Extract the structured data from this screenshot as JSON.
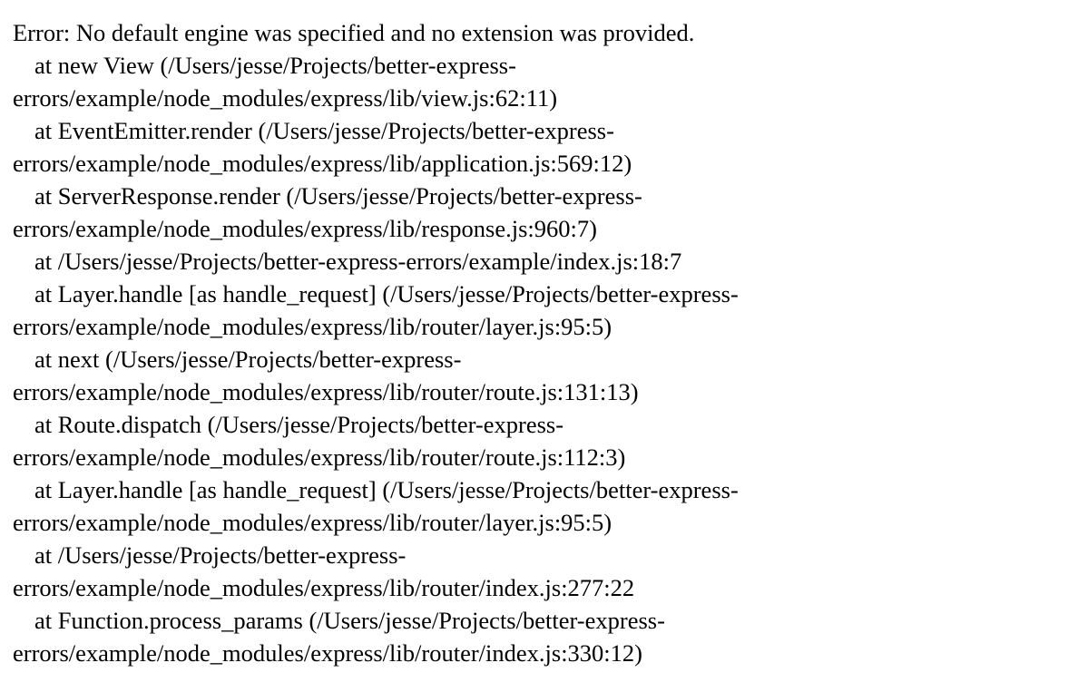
{
  "error": {
    "message": "Error: No default engine was specified and no extension was provided."
  },
  "stack": [
    "at new View (/Users/jesse/Projects/better-express-",
    "errors/example/node_modules/express/lib/view.js:62:11)",
    "at EventEmitter.render (/Users/jesse/Projects/better-express-",
    "errors/example/node_modules/express/lib/application.js:569:12)",
    "at ServerResponse.render (/Users/jesse/Projects/better-express-",
    "errors/example/node_modules/express/lib/response.js:960:7)",
    "at /Users/jesse/Projects/better-express-errors/example/index.js:18:7",
    "at Layer.handle [as handle_request] (/Users/jesse/Projects/better-express-",
    "errors/example/node_modules/express/lib/router/layer.js:95:5)",
    "at next (/Users/jesse/Projects/better-express-",
    "errors/example/node_modules/express/lib/router/route.js:131:13)",
    "at Route.dispatch (/Users/jesse/Projects/better-express-",
    "errors/example/node_modules/express/lib/router/route.js:112:3)",
    "at Layer.handle [as handle_request] (/Users/jesse/Projects/better-express-",
    "errors/example/node_modules/express/lib/router/layer.js:95:5)",
    "at /Users/jesse/Projects/better-express-",
    "errors/example/node_modules/express/lib/router/index.js:277:22",
    "at Function.process_params (/Users/jesse/Projects/better-express-",
    "errors/example/node_modules/express/lib/router/index.js:330:12)"
  ]
}
